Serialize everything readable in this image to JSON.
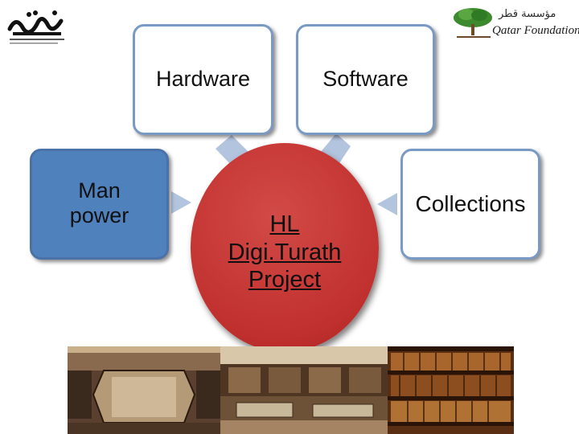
{
  "diagram": {
    "hardware": "Hardware",
    "software": "Software",
    "manpower": [
      "Man",
      "power"
    ],
    "collections": "Collections",
    "center": [
      "HL",
      "Digi.Turath",
      "Project"
    ]
  },
  "logos": {
    "right_name": "Qatar Foundation",
    "right_arabic": "مؤسسة قطر"
  },
  "colors": {
    "box_border": "#7a9ac4",
    "manpower_fill": "#4f81bd",
    "center_fill": "#c0302e",
    "arrow_fill": "#b3c4de"
  }
}
